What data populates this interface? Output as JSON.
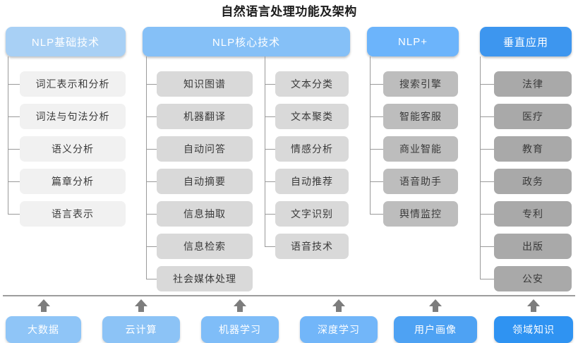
{
  "title": "自然语言处理功能及架构",
  "colors": {
    "header_1": "#a8d0f5",
    "header_2": "#85c0f7",
    "header_3": "#6cb4fb",
    "header_4": "#3d96ef",
    "item_1": "#f1f1f1",
    "item_2": "#d9d9d9",
    "item_3": "#bdbdbd",
    "item_4": "#a9a9a9",
    "connector": "#9a9a9a",
    "arrow": "#7d7d7d",
    "title_text": "#1b1b1b"
  },
  "columns": [
    {
      "id": "nlp-basic",
      "header": "NLP基础技术",
      "items": [
        "词汇表示和分析",
        "词法与句法分析",
        "语义分析",
        "篇章分析",
        "语言表示"
      ]
    },
    {
      "id": "nlp-core",
      "header": "NLP核心技术",
      "items_left": [
        "知识图谱",
        "机器翻译",
        "自动问答",
        "自动摘要",
        "信息抽取",
        "信息检索",
        "社会媒体处理"
      ],
      "items_right": [
        "文本分类",
        "文本聚类",
        "情感分析",
        "自动推荐",
        "文字识别",
        "语音技术"
      ]
    },
    {
      "id": "nlp-plus",
      "header": "NLP+",
      "items": [
        "搜索引擎",
        "智能客服",
        "商业智能",
        "语音助手",
        "舆情监控"
      ]
    },
    {
      "id": "vertical-apps",
      "header": "垂直应用",
      "items": [
        "法律",
        "医疗",
        "教育",
        "政务",
        "专利",
        "出版",
        "公安"
      ]
    }
  ],
  "foundation": {
    "items": [
      {
        "label": "大数据",
        "color": "#8fc5f7"
      },
      {
        "label": "云计算",
        "color": "#8cc3f6"
      },
      {
        "label": "机器学习",
        "color": "#7fbdf8"
      },
      {
        "label": "深度学习",
        "color": "#72b6f9"
      },
      {
        "label": "用户画像",
        "color": "#4ea2f3"
      },
      {
        "label": "领域知识",
        "color": "#2f93f2"
      }
    ]
  }
}
